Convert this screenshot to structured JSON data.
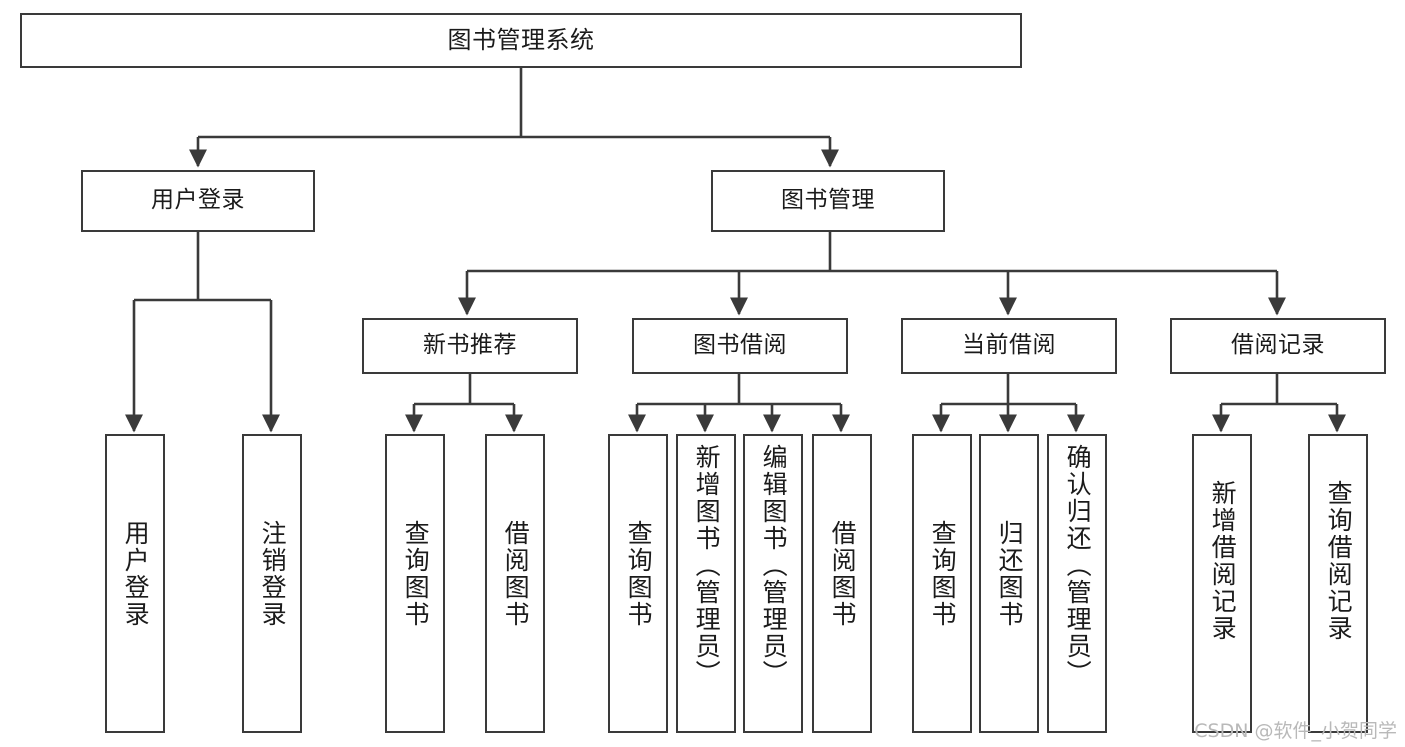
{
  "diagram": {
    "title": "图书管理系统",
    "watermark": "CSDN @软件_小贺同学",
    "stroke_color": "#3a3a3a",
    "text_color": "#1b1b1b",
    "background_color": "#ffffff",
    "nodes": {
      "root": {
        "label": "图书管理系统"
      },
      "level2": [
        {
          "id": "user-login",
          "label": "用户登录"
        },
        {
          "id": "book-manage",
          "label": "图书管理"
        }
      ],
      "level3": [
        {
          "id": "new-book-recommend",
          "label": "新书推荐"
        },
        {
          "id": "book-borrow",
          "label": "图书借阅"
        },
        {
          "id": "current-borrow",
          "label": "当前借阅"
        },
        {
          "id": "borrow-record",
          "label": "借阅记录"
        }
      ],
      "leaves": {
        "user_login": [
          {
            "id": "leaf-user-login",
            "label": "用户登录"
          },
          {
            "id": "leaf-logout-login",
            "label": "注销登录"
          }
        ],
        "new_book_recommend": [
          {
            "id": "leaf-query-book-1",
            "label": "查询图书"
          },
          {
            "id": "leaf-borrow-book-1",
            "label": "借阅图书"
          }
        ],
        "book_borrow": [
          {
            "id": "leaf-query-book-2",
            "label": "查询图书"
          },
          {
            "id": "leaf-add-book",
            "label": "新增图书（管理员）"
          },
          {
            "id": "leaf-edit-book",
            "label": "编辑图书（管理员）"
          },
          {
            "id": "leaf-borrow-book-2",
            "label": "借阅图书"
          }
        ],
        "current_borrow": [
          {
            "id": "leaf-query-book-3",
            "label": "查询图书"
          },
          {
            "id": "leaf-return-book",
            "label": "归还图书"
          },
          {
            "id": "leaf-confirm-return",
            "label": "确认归还（管理员）"
          }
        ],
        "borrow_record": [
          {
            "id": "leaf-add-record",
            "label": "新增借阅记录"
          },
          {
            "id": "leaf-query-record",
            "label": "查询借阅记录"
          }
        ]
      }
    }
  }
}
